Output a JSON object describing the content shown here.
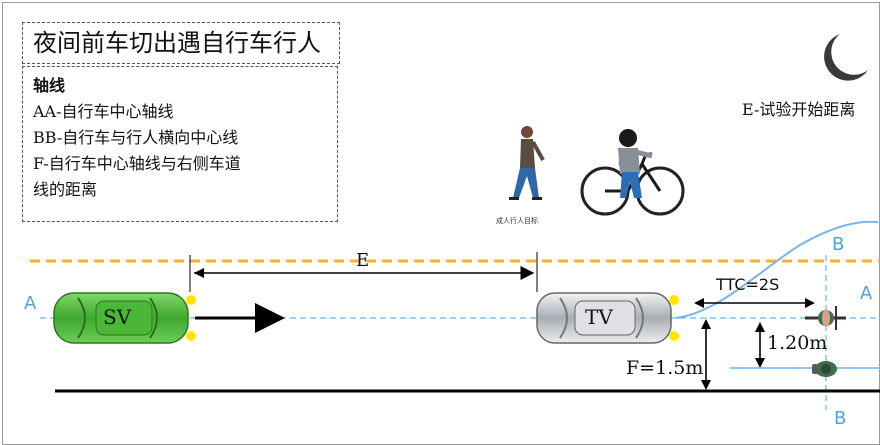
{
  "title": "夜间前车切出遇自行车行人",
  "legend": {
    "heading": "轴线",
    "lines": [
      "AA-自行车中心轴线",
      "BB-自行车与行人横向中心线",
      "F-自行车中心轴线与右侧车道",
      "线的距离"
    ]
  },
  "note_e": "E-试验开始距离",
  "pedestrian_caption": "成人行人目标",
  "labels": {
    "sv": "SV",
    "tv": "TV",
    "e": "E",
    "ttc": "TTC=2S",
    "f": "F=1.5m",
    "lateral": "1.20m",
    "axis_a_left": "A",
    "axis_a_right": "A",
    "axis_b_top": "B",
    "axis_b_bottom": "B"
  },
  "icons": [
    "moon-icon",
    "pedestrian-icon",
    "cyclist-icon"
  ],
  "colors": {
    "lane_dashed": "#f2b233",
    "axis_line": "#6ab6e6",
    "sv_car": "#5fc24a",
    "tv_car": "#c9ccd0",
    "headlight": "#ffe500",
    "trajectory": "#7cb6e6"
  }
}
